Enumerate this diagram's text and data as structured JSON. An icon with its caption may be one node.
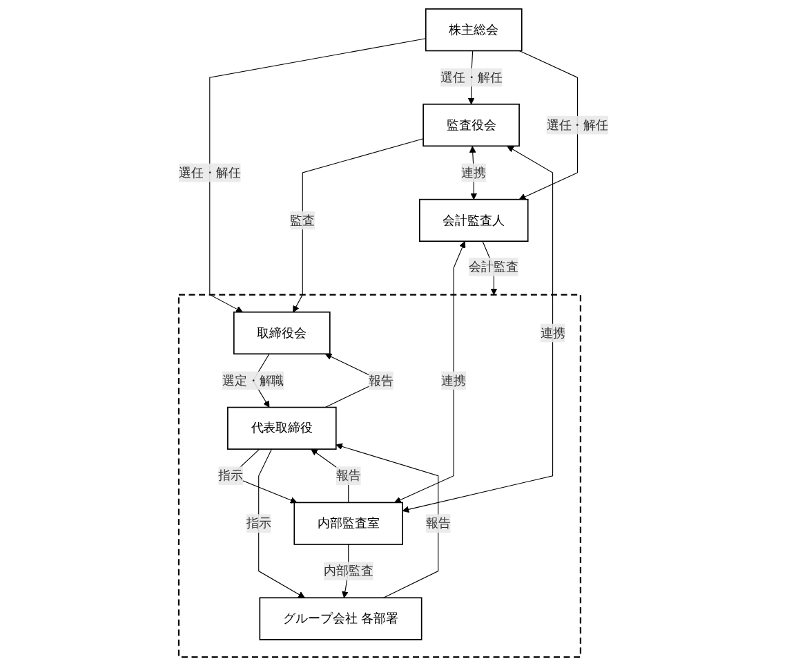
{
  "diagram": {
    "nodes": [
      {
        "text": [
          "株主総会"
        ]
      },
      {
        "text": [],
        "shape": "box"
      },
      {
        "text": [
          "取締役会"
        ],
        "in": 1
      },
      {
        "text": [
          "監査役会"
        ]
      },
      {
        "text": [
          "会計監査人"
        ]
      },
      {
        "text": [
          "代表取締役"
        ],
        "in": 1
      },
      {
        "text": [
          "内部監査室"
        ],
        "in": 1
      },
      {
        "text": [
          "グループ会社 各部署"
        ],
        "in": 1
      }
    ],
    "edges": [
      {
        "from": 0,
        "to": 2,
        "arrow": "to",
        "label": "選任・解任"
      },
      {
        "from": 0,
        "to": 3,
        "arrow": "to",
        "label": "選任・解任"
      },
      {
        "from": 0,
        "to": 4,
        "arrow": "to",
        "label": "選任・解任"
      },
      {
        "from": 3,
        "to": 2,
        "arrow": "to",
        "label": "監査"
      },
      {
        "from": 3,
        "to": 4,
        "arrow": "both",
        "label": "連携"
      },
      {
        "from": 3,
        "to": 6,
        "arrow": "both",
        "label": "連携"
      },
      {
        "from": 4,
        "to": 1,
        "arrow": "to",
        "label": "会計監査"
      },
      {
        "from": 4,
        "to": 6,
        "arrow": "both",
        "label": "連携"
      },
      {
        "from": 2,
        "to": 5,
        "arrow": "to",
        "label": "選定・解職"
      },
      {
        "from": 5,
        "to": 2,
        "arrow": "to",
        "label": "報告"
      },
      {
        "from": 5,
        "to": 6,
        "arrow": "to",
        "label": "指示"
      },
      {
        "from": 6,
        "to": 5,
        "arrow": "to",
        "label": "報告"
      },
      {
        "from": 5,
        "to": 7,
        "arrow": "to",
        "label": "指示"
      },
      {
        "from": 7,
        "to": 5,
        "arrow": "to",
        "label": "報告"
      },
      {
        "from": 6,
        "to": 7,
        "arrow": "to",
        "label": "内部監査"
      }
    ]
  }
}
